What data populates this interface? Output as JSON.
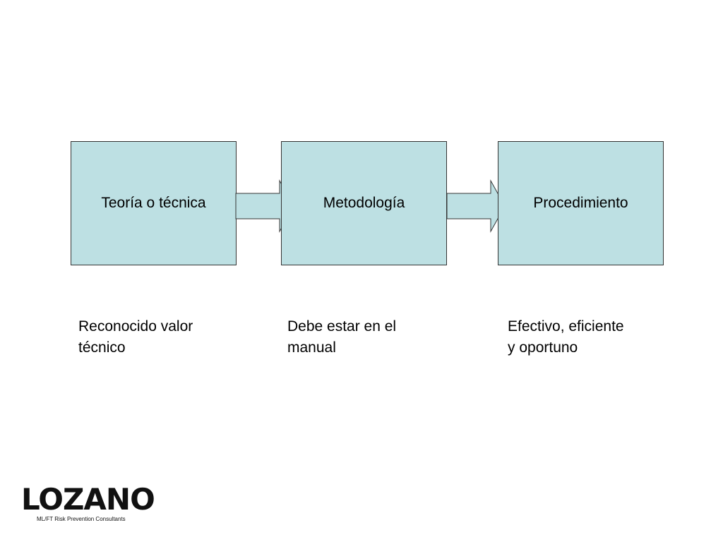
{
  "diagram": {
    "steps": [
      {
        "label": "Teoría o técnica"
      },
      {
        "label": "Metodología"
      },
      {
        "label": "Procedimiento"
      }
    ],
    "notes": [
      {
        "line1": "Reconocido valor",
        "line2": "técnico"
      },
      {
        "line1": "Debe estar en el",
        "line2": "manual"
      },
      {
        "line1": "Efectivo, eficiente",
        "line2": "y oportuno"
      }
    ],
    "colors": {
      "box_fill": "#bde0e3",
      "box_border": "#333333",
      "arrow_fill": "#bde0e3"
    }
  },
  "logo": {
    "word": "LOZANO",
    "tagline": "ML/FT Risk Prevention Consultants"
  }
}
